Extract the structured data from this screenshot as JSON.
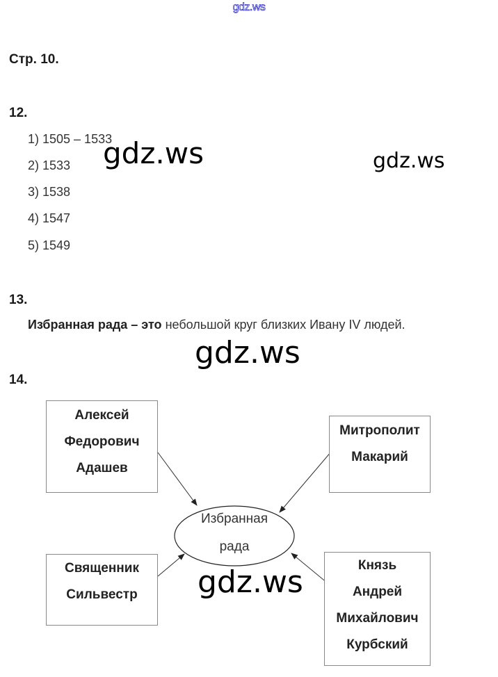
{
  "header_link": "gdz.ws",
  "page_label": "Стр. 10.",
  "watermark": "gdz.ws",
  "task12": {
    "number": "12.",
    "items": [
      "1) 1505 – 1533",
      "2) 1533",
      "3) 1538",
      "4) 1547",
      "5) 1549"
    ]
  },
  "task13": {
    "number": "13.",
    "term": "Избранная рада – это",
    "definition": " небольшой круг близких Ивану IV людей."
  },
  "task14": {
    "number": "14.",
    "center": [
      "Избранная",
      "рада"
    ],
    "boxes": [
      {
        "lines": [
          "Алексей",
          "Федорович",
          "Адашев"
        ]
      },
      {
        "lines": [
          "Митрополит",
          "Макарий"
        ]
      },
      {
        "lines": [
          "Священник",
          "Сильвестр"
        ]
      },
      {
        "lines": [
          "Князь",
          "Андрей",
          "Михайлович",
          "Курбский"
        ]
      }
    ]
  }
}
